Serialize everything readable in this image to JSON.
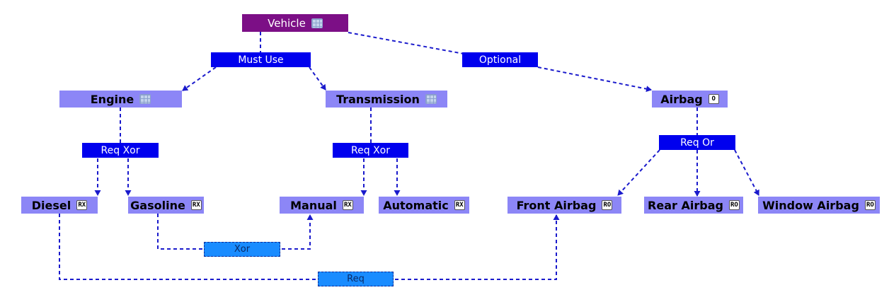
{
  "colors": {
    "root": "#7c0f86",
    "feature": "#8c86f6",
    "connector": "#0000ee",
    "constraint": "#1a8cff",
    "edge": "#1a1acc"
  },
  "nodes": {
    "vehicle": {
      "label": "Vehicle",
      "icon": "grid-icon"
    },
    "engine": {
      "label": "Engine",
      "icon": "grid-icon"
    },
    "transmission": {
      "label": "Transmission",
      "icon": "grid-icon"
    },
    "airbag": {
      "label": "Airbag",
      "badge": "O"
    },
    "diesel": {
      "label": "Diesel",
      "badge": "RX"
    },
    "gasoline": {
      "label": "Gasoline",
      "badge": "RX"
    },
    "manual": {
      "label": "Manual",
      "badge": "RX"
    },
    "automatic": {
      "label": "Automatic",
      "badge": "RX"
    },
    "front_airbag": {
      "label": "Front Airbag",
      "badge": "RO"
    },
    "rear_airbag": {
      "label": "Rear Airbag",
      "badge": "RO"
    },
    "window_airbag": {
      "label": "Window Airbag",
      "badge": "RO"
    }
  },
  "connectors": {
    "must_use": "Must Use",
    "optional": "Optional",
    "engine_req_xor": "Req Xor",
    "transmission_req_xor": "Req Xor",
    "airbag_req_or": "Req Or"
  },
  "constraints": {
    "xor": "Xor",
    "req": "Req"
  }
}
